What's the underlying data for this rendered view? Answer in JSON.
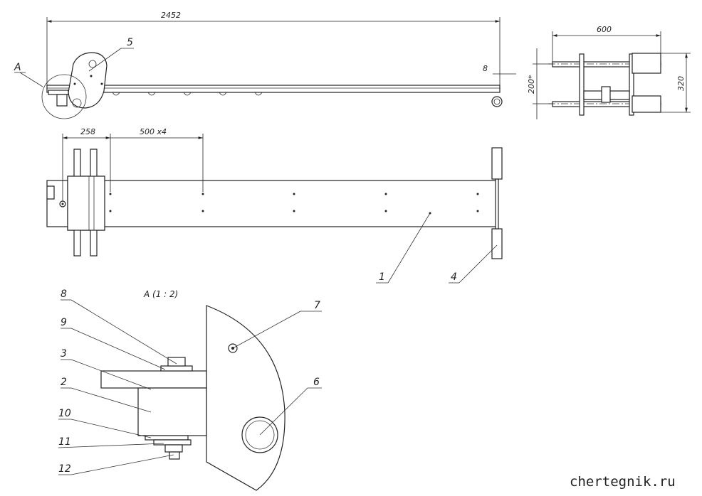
{
  "dimensions": {
    "total_length": "2452",
    "gap": "8",
    "width_top": "600",
    "height_right": "320",
    "spacing_vert": "200*",
    "offset_left": "258",
    "pitch": "500 x4"
  },
  "view_label": "A",
  "detail_title": "A (1 : 2)",
  "parts": [
    "1",
    "2",
    "3",
    "4",
    "5",
    "6",
    "7",
    "8",
    "9",
    "10",
    "11",
    "12"
  ],
  "watermark": "chertegnik.ru"
}
